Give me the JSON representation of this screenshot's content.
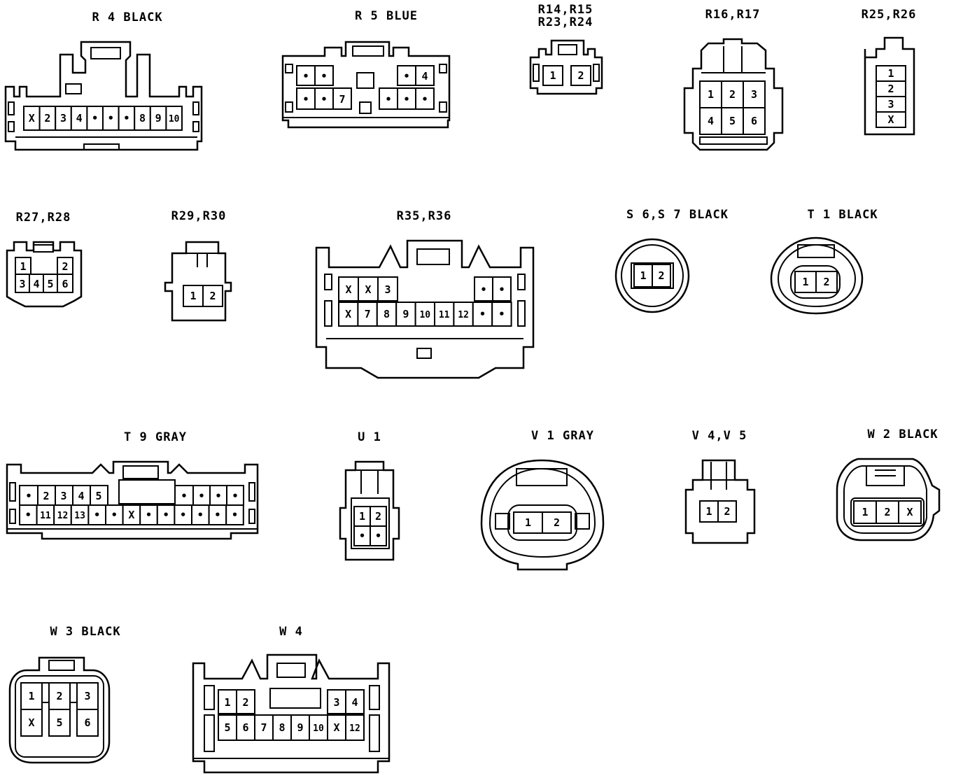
{
  "palette": {
    "ink": "#000000",
    "paper": "#ffffff"
  },
  "connectors": [
    {
      "id": "r4",
      "title": "R 4  BLACK",
      "pins": [
        "X",
        "2",
        "3",
        "4",
        "•",
        "•",
        "•",
        "8",
        "9",
        "10"
      ]
    },
    {
      "id": "r5",
      "title": "R 5  BLUE",
      "pins": [
        "•",
        "•",
        "•",
        "4",
        "•",
        "•",
        "7",
        "•",
        "•",
        "•"
      ]
    },
    {
      "id": "r14",
      "title": "R14,R15",
      "title2": "R23,R24",
      "pins": [
        "1",
        "2"
      ]
    },
    {
      "id": "r16",
      "title": "R16,R17",
      "pins": [
        "1",
        "2",
        "3",
        "4",
        "5",
        "6"
      ]
    },
    {
      "id": "r25",
      "title": "R25,R26",
      "pins": [
        "1",
        "2",
        "3",
        "X"
      ]
    },
    {
      "id": "r27",
      "title": "R27,R28",
      "pins": [
        "1",
        "2",
        "3",
        "4",
        "5",
        "6"
      ]
    },
    {
      "id": "r29",
      "title": "R29,R30",
      "pins": [
        "1",
        "2"
      ]
    },
    {
      "id": "r35",
      "title": "R35,R36",
      "pins": [
        "X",
        "X",
        "3",
        "•",
        "•",
        "X",
        "7",
        "8",
        "9",
        "10",
        "11",
        "12",
        "•",
        "•"
      ]
    },
    {
      "id": "s6",
      "title": "S 6,S 7  BLACK",
      "pins": [
        "1",
        "2"
      ]
    },
    {
      "id": "t1",
      "title": "T 1  BLACK",
      "pins": [
        "1",
        "2"
      ]
    },
    {
      "id": "t9",
      "title": "T 9  GRAY",
      "pins": [
        "•",
        "2",
        "3",
        "4",
        "5",
        "•",
        "•",
        "•",
        "•",
        "•",
        "11",
        "12",
        "13",
        "•",
        "•",
        "X",
        "•",
        "•",
        "•",
        "•",
        "•",
        "•"
      ]
    },
    {
      "id": "u1",
      "title": "U 1",
      "pins": [
        "1",
        "2",
        "•",
        "•"
      ]
    },
    {
      "id": "v1",
      "title": "V 1  GRAY",
      "pins": [
        "1",
        "2"
      ]
    },
    {
      "id": "v4",
      "title": "V 4,V 5",
      "pins": [
        "1",
        "2"
      ]
    },
    {
      "id": "w2",
      "title": "W 2  BLACK",
      "pins": [
        "1",
        "2",
        "X"
      ]
    },
    {
      "id": "w3",
      "title": "W 3  BLACK",
      "pins": [
        "1",
        "2",
        "3",
        "X",
        "5",
        "6"
      ]
    },
    {
      "id": "w4",
      "title": "W 4",
      "pins": [
        "1",
        "2",
        "3",
        "4",
        "5",
        "6",
        "7",
        "8",
        "9",
        "10",
        "X",
        "12"
      ]
    }
  ]
}
